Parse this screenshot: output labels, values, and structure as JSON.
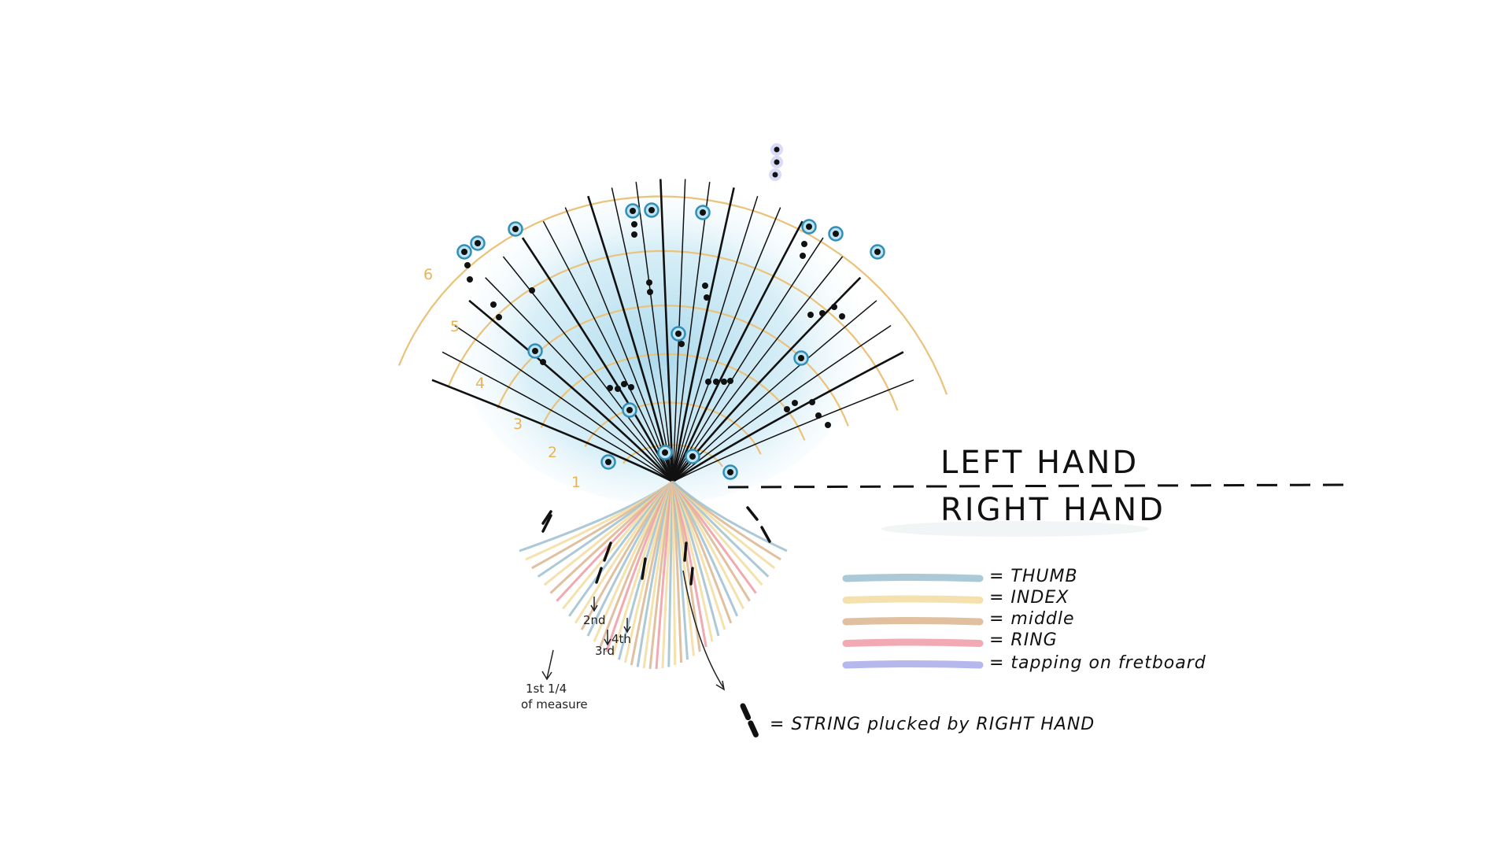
{
  "labels": {
    "left_hand": "LEFT HAND",
    "right_hand": "RIGHT HAND"
  },
  "fret_numbers": [
    "1",
    "2",
    "3",
    "4",
    "5",
    "6"
  ],
  "legend": [
    {
      "label": "= THUMB",
      "color": "#9dbfd0"
    },
    {
      "label": "= INDEX",
      "color": "#f3dca0"
    },
    {
      "label": "= middle",
      "color": "#dcb58f"
    },
    {
      "label": "= RING",
      "color": "#ef9aa4"
    },
    {
      "label": "= tapping on fretboard",
      "color": "#a9acea"
    }
  ],
  "pluck_legend": "= STRING plucked by RIGHT HAND",
  "annotations": {
    "first_quarter": "1st 1/4",
    "of_measure": "of measure",
    "second": "2nd",
    "third": "3rd",
    "fourth": "4th"
  },
  "colors": {
    "thumb": "#9dbfd0",
    "index": "#f3dca0",
    "middle": "#dcb58f",
    "ring": "#ef9aa4",
    "tapping": "#a9acea",
    "fret_line": "#eac27a",
    "note_ring": "#2f8fb8",
    "glow": "#bfe3f1"
  }
}
